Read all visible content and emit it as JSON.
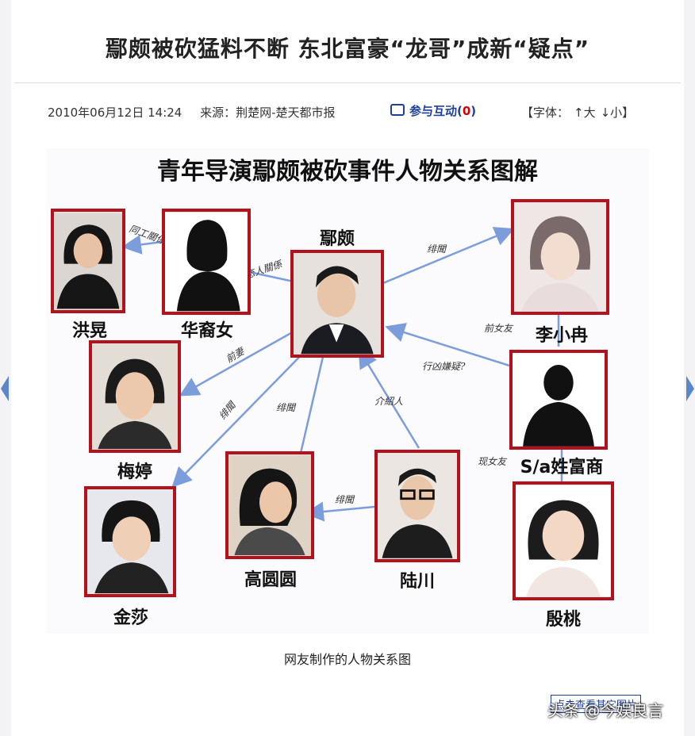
{
  "article": {
    "headline": "鄢颇被砍猛料不断 东北富豪“龙哥”成新“疑点”",
    "date": "2010年06月12日 14:24",
    "source": "来源：荆楚网-楚天都市报",
    "interact_label": "参与互动(",
    "interact_count": "0",
    "interact_close": ")",
    "fontsize_label": "【字体：",
    "font_large": "↑大",
    "font_small": "↓小】"
  },
  "diagram": {
    "title": "青年导演鄢颇被砍事件人物关系图解",
    "people": [
      {
        "id": "yanpo",
        "name": "鄢颇"
      },
      {
        "id": "hongye",
        "name": "洪晃"
      },
      {
        "id": "huayi",
        "name": "华裔女"
      },
      {
        "id": "meiting",
        "name": "梅婷"
      },
      {
        "id": "jinsha",
        "name": "金莎"
      },
      {
        "id": "gaoyuanyuan",
        "name": "高圆圆"
      },
      {
        "id": "luchuan",
        "name": "陆川"
      },
      {
        "id": "lixiaoran",
        "name": "李小冉"
      },
      {
        "id": "sa_fushang",
        "name": "S/a姓富商"
      },
      {
        "id": "yintao",
        "name": "殷桃"
      }
    ],
    "edge_labels": {
      "hongye_huayi": "同工關係",
      "huayi_yanpo": "恋人關係",
      "yanpo_lixiaoran": "绯聞",
      "yanpo_meiting": "前妻",
      "yanpo_jinsha": "绯聞",
      "yanpo_gaoyuanyuan": "绯聞",
      "luchuan_yanpo": "介紹人",
      "luchuan_gaoyuanyuan": "绯聞",
      "fushang_lixiaoran": "前女友",
      "fushang_yanpo": "行凶嫌疑?",
      "fushang_yintao": "现女友"
    }
  },
  "caption": "网友制作的人物关系图",
  "more_link": "点击查看其它图片",
  "watermark": "头条 @今娱良言",
  "colors": {
    "frame_red": "#b3121c",
    "arrow_blue": "#7b9ddb",
    "link_blue": "#1f3f99"
  }
}
